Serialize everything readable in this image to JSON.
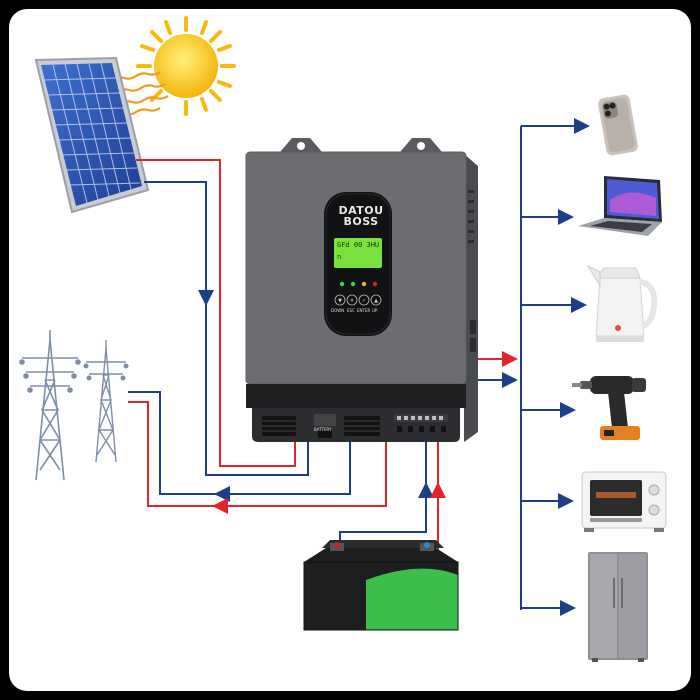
{
  "inverter": {
    "brand_line1": "DATOU",
    "brand_line2": "BOSS",
    "lcd_line1": "GFd 00 3HU",
    "lcd_line2": "n",
    "buttons": [
      "DOWN",
      "ESC",
      "ENTER",
      "UP"
    ],
    "port_label": "BATTERY"
  },
  "colors": {
    "red_wire": "#e0262b",
    "blue_wire": "#1f3e8a",
    "inverter_body": "#6d6e71",
    "battery_green": "#3cbf4a"
  },
  "diagram": {
    "sources": [
      "solar-panel",
      "power-grid",
      "battery"
    ],
    "loads": [
      "smartphone",
      "laptop",
      "kettle",
      "drill",
      "toaster-oven",
      "refrigerator"
    ]
  }
}
